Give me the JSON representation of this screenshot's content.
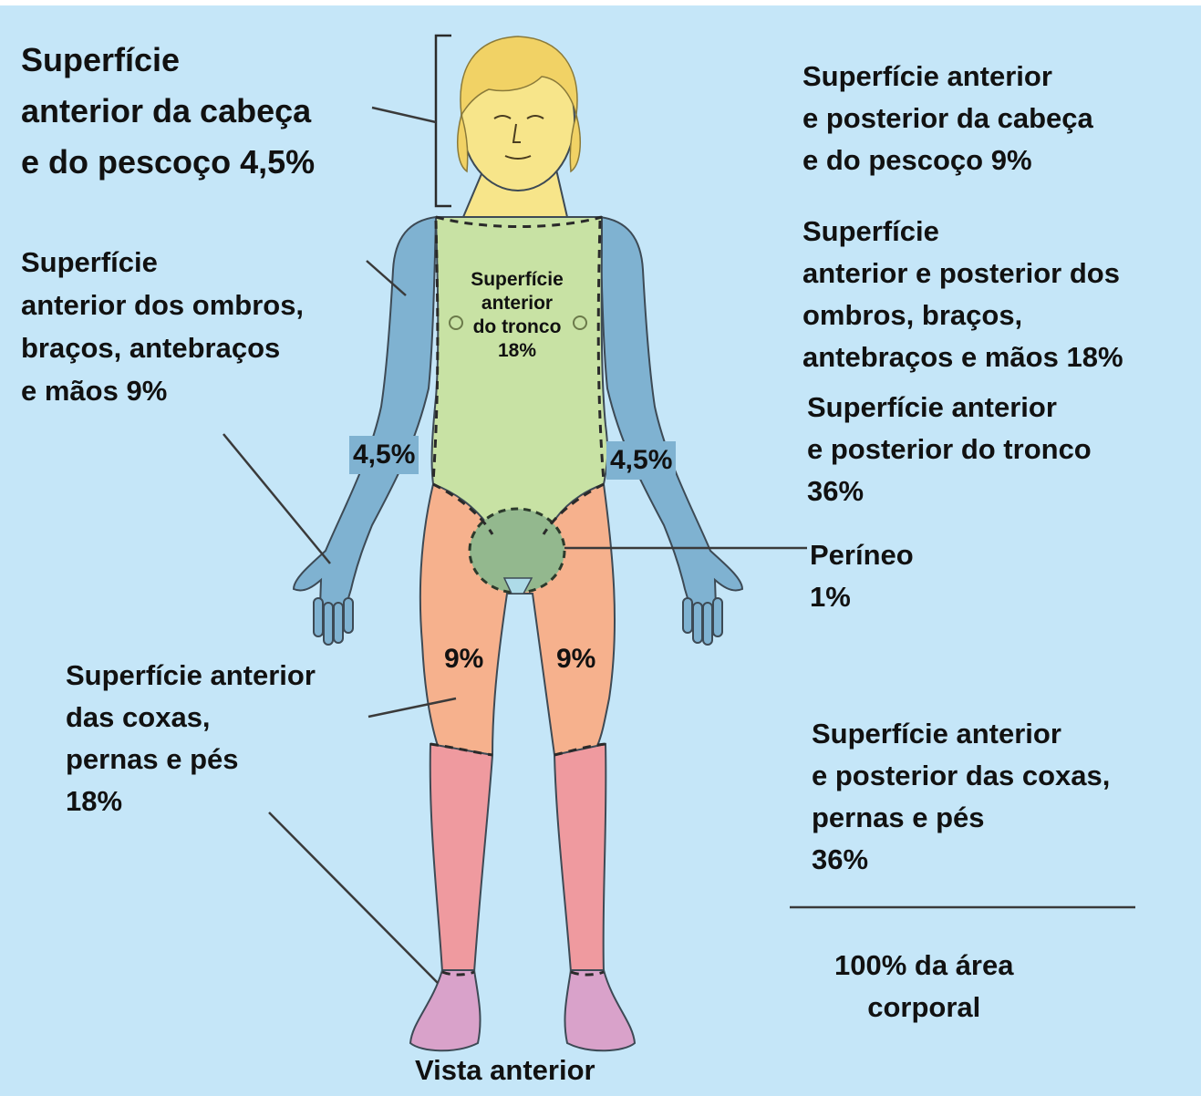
{
  "labels": {
    "head_anterior": "Superfície\nanterior da cabeça\ne do pescoço 4,5%",
    "arms_anterior": "Superfície\nanterior dos ombros,\nbraços, antebraços\ne mãos 9%",
    "legs_anterior": "Superfície anterior\ndas coxas,\npernas e pés\n18%",
    "head_total": "Superfície anterior\ne posterior da cabeça\ne do pescoço 9%",
    "arms_total": "Superfície\nanterior e posterior dos\nombros, braços,\nantebraços e mãos 18%",
    "trunk_total": "Superfície anterior\ne posterior do tronco\n36%",
    "perineum": "Períneo\n1%",
    "legs_total": "Superfície anterior\ne posterior das coxas,\npernas e pés\n36%",
    "total": "100% da área\ncorporal",
    "trunk_anterior": "Superfície\nanterior\ndo tronco\n18%",
    "arm_left_pct": "4,5%",
    "arm_right_pct": "4,5%",
    "thigh_left_pct": "9%",
    "thigh_right_pct": "9%",
    "view": "Vista anterior"
  },
  "colors": {
    "background": "#c5e6f8",
    "head": "#f7e58a",
    "hair": "#f1d265",
    "arms": "#7fb2d1",
    "trunk": "#c8e2a4",
    "perineum": "#93b88e",
    "thighs": "#f6b18d",
    "lower_legs": "#ef9a9f",
    "feet": "#d9a2ca"
  }
}
